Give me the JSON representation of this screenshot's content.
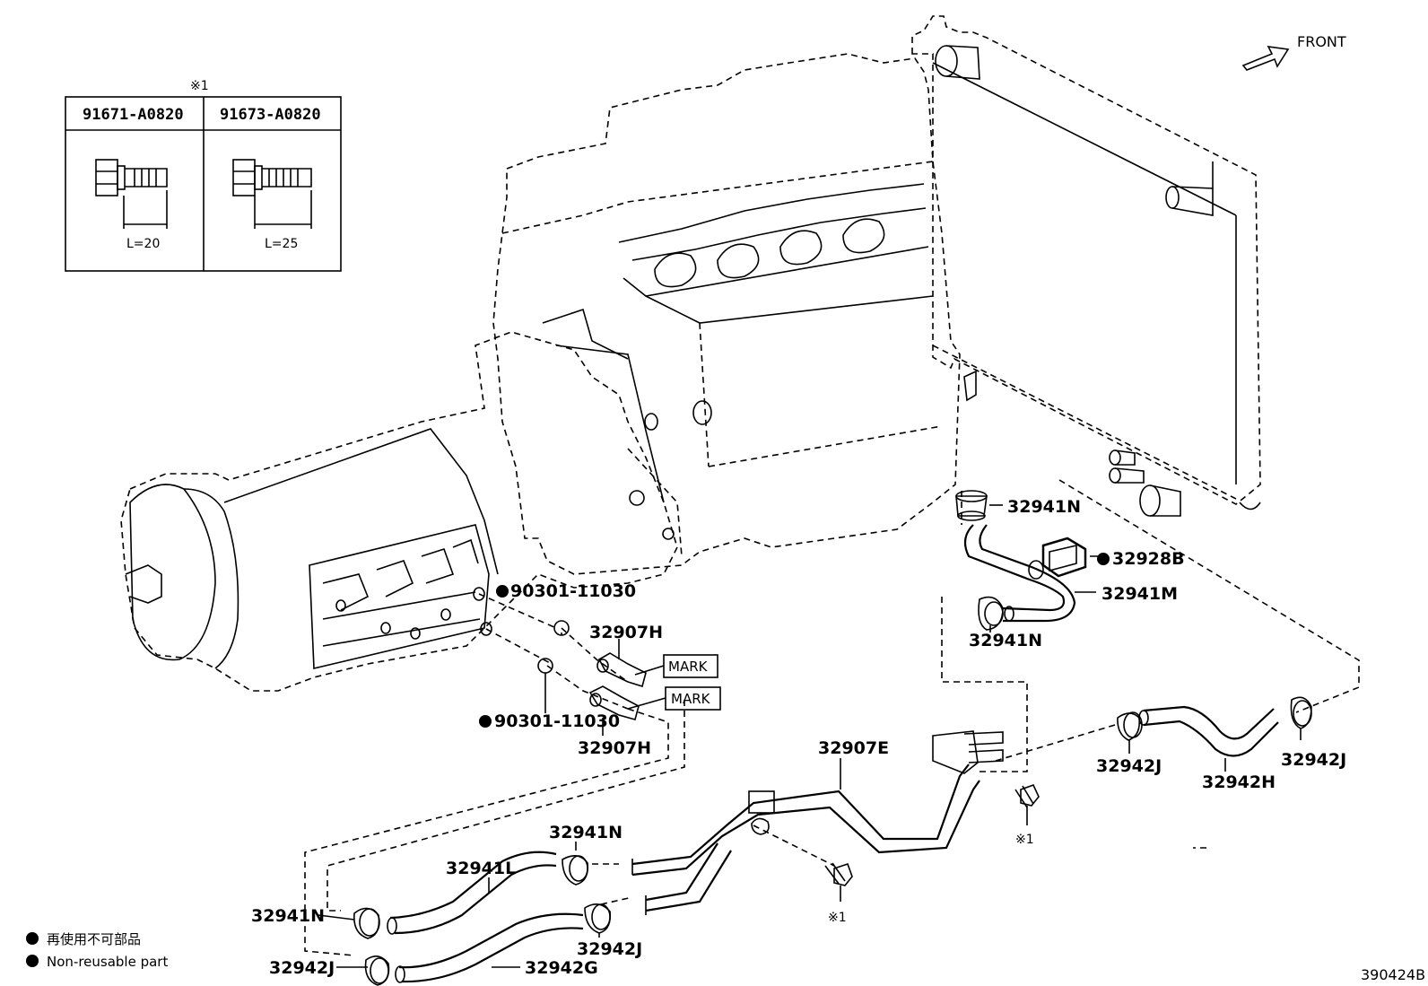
{
  "ref_code": "390424B",
  "front_label": "FRONT",
  "bolt_table": {
    "note": "※1",
    "columns": [
      {
        "part_no": "91671-A0820",
        "length": "L=20"
      },
      {
        "part_no": "91673-A0820",
        "length": "L=25"
      }
    ]
  },
  "legend": [
    {
      "symbol": "●",
      "text": "再使用不可部品"
    },
    {
      "symbol": "●",
      "text": "Non-reusable part"
    }
  ],
  "mark_label": "MARK",
  "bolt_note": "※1",
  "parts": {
    "p_32941N_top": "32941N",
    "p_32928B": "32928B",
    "p_32941M": "32941M",
    "p_32941N_mid": "32941N",
    "p_90301_top": "90301-11030",
    "p_32907H_top": "32907H",
    "p_90301_bot": "90301-11030",
    "p_32907H_bot": "32907H",
    "p_32907E": "32907E",
    "p_32942J_r1": "32942J",
    "p_32942H": "32942H",
    "p_32942J_r2": "32942J",
    "p_32941N_low": "32941N",
    "p_32941L": "32941L",
    "p_32941N_left": "32941N",
    "p_32942J_low": "32942J",
    "p_32942J_left": "32942J",
    "p_32942G": "32942G"
  }
}
